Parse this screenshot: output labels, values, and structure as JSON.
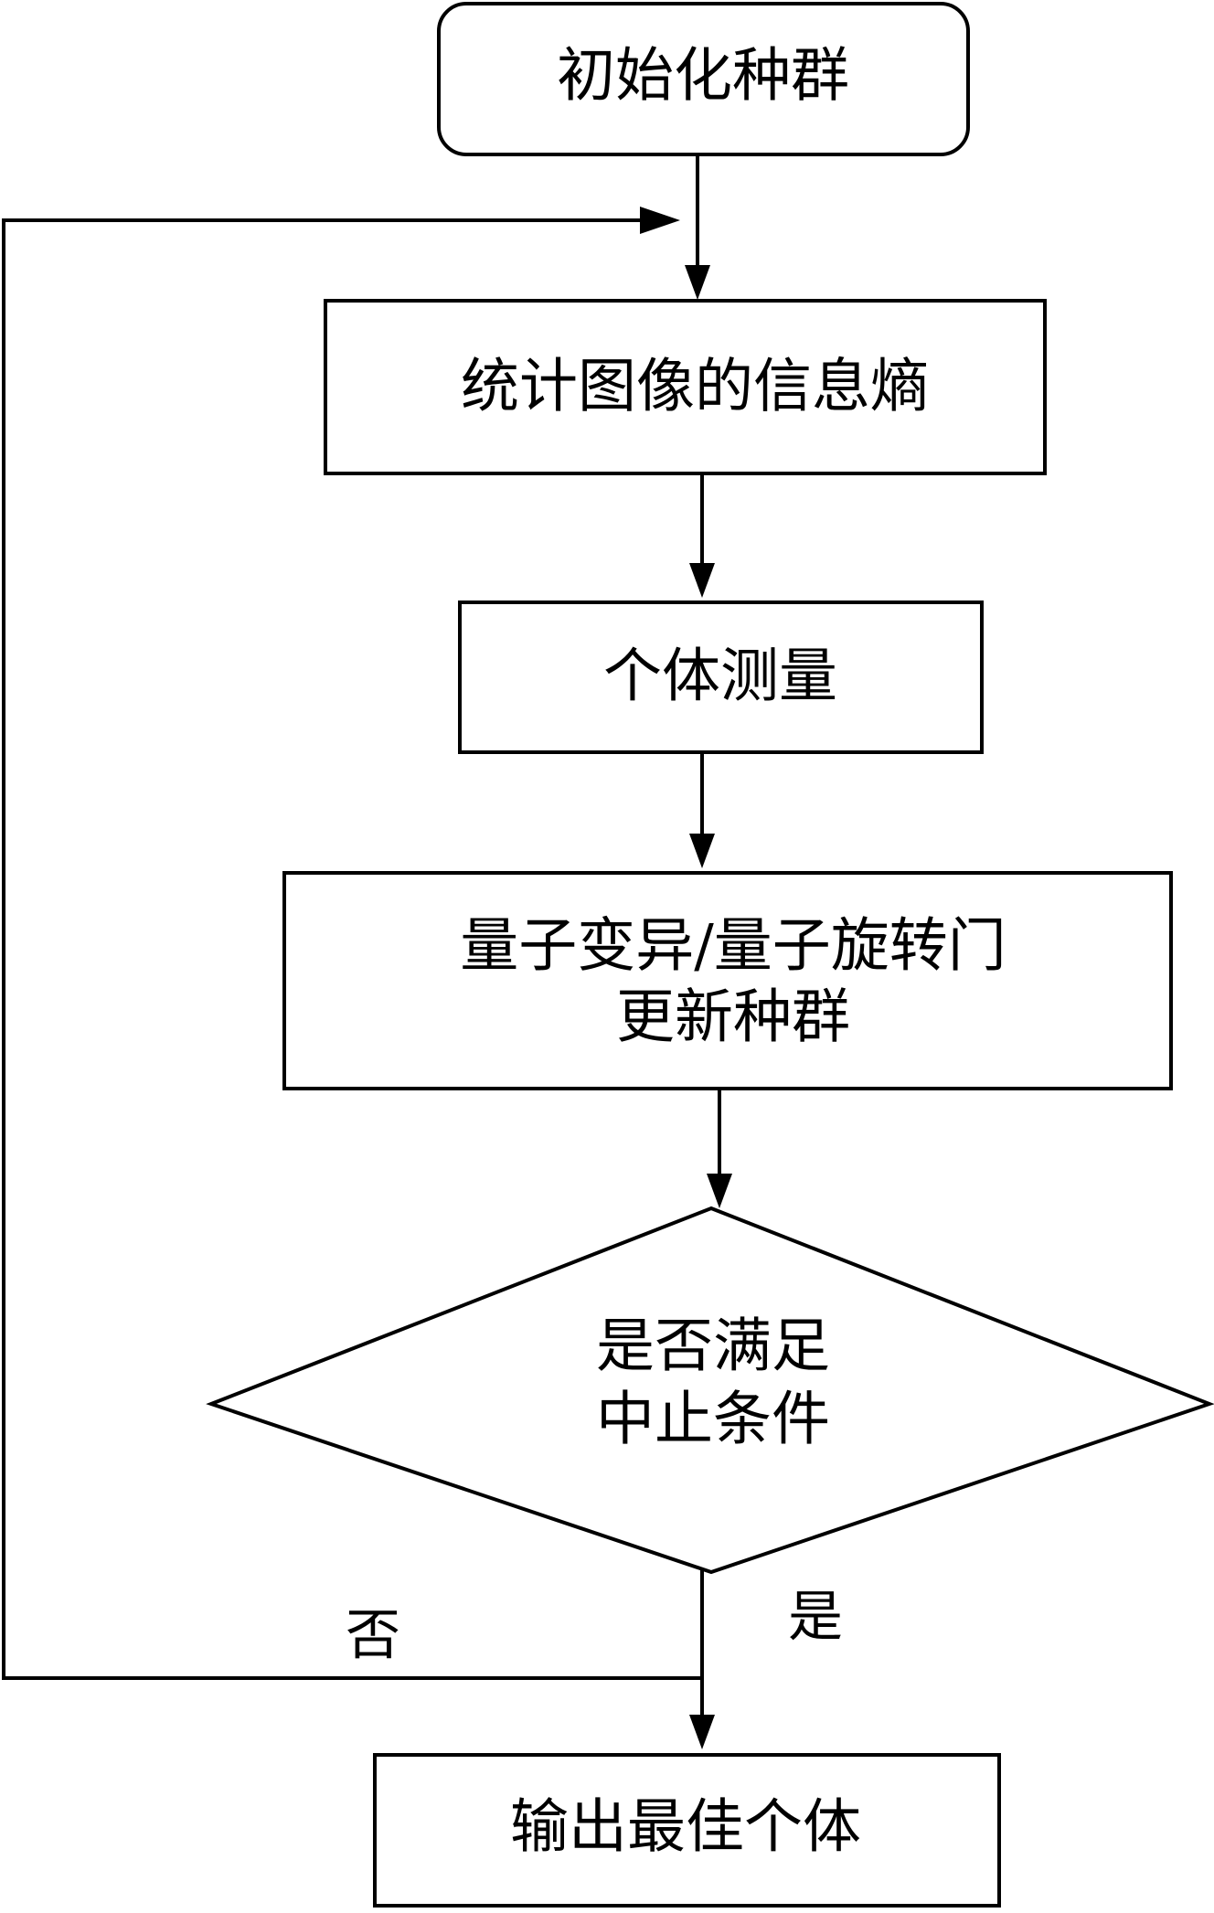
{
  "nodes": {
    "init_population": "初始化种群",
    "image_entropy": "统计图像的信息熵",
    "individual_measurement": "个体测量",
    "update_population": [
      "量子变异/量子旋转门",
      "更新种群"
    ],
    "termination_check": [
      "是否满足",
      "中止条件"
    ],
    "output_best": "输出最佳个体"
  },
  "edges": {
    "yes_label": "是",
    "no_label": "否"
  }
}
